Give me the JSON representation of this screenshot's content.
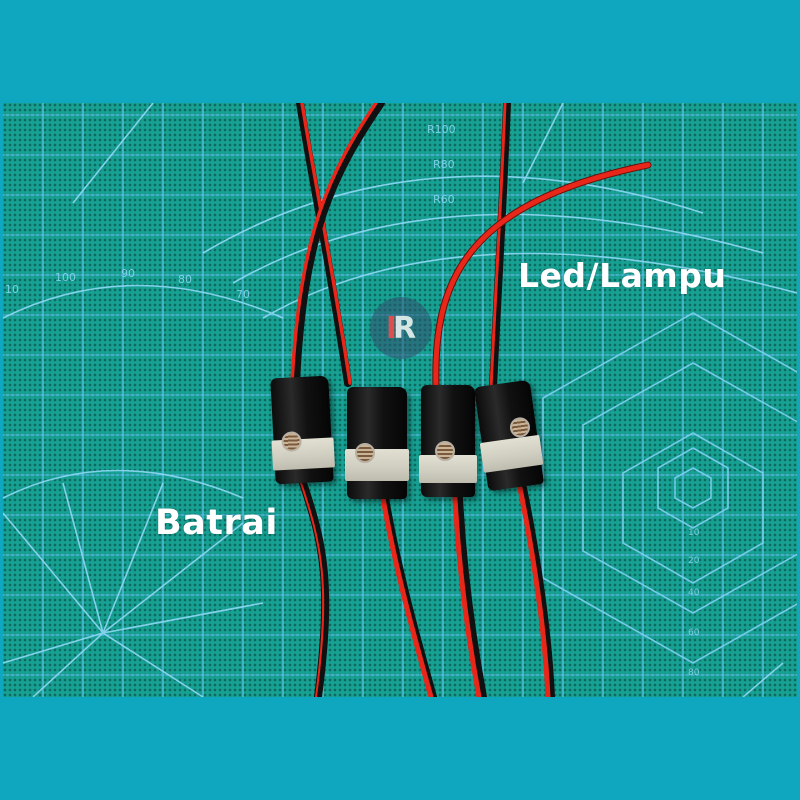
{
  "image": {
    "description": "Four LDR light sensor modules wrapped in black electrical tape with red/black wires on a green cutting mat",
    "frame_color": "#0fa6bf",
    "mat_color": "#17a193",
    "grid_line_color": "#5ec8f0"
  },
  "labels": {
    "led": "Led/Lampu",
    "battery": "Batrai"
  },
  "watermark": {
    "letter_1": "I",
    "letter_2": "R"
  },
  "mat_markings": {
    "protractor_ticks": [
      "10",
      "100",
      "90",
      "80",
      "70"
    ],
    "radius_marks": [
      "R100",
      "R80",
      "R60"
    ],
    "hexagon_marks": [
      "10",
      "20",
      "40",
      "60",
      "80"
    ]
  },
  "modules": [
    {
      "name": "sensor-module-1"
    },
    {
      "name": "sensor-module-2"
    },
    {
      "name": "sensor-module-3"
    },
    {
      "name": "sensor-module-4"
    }
  ],
  "wire_colors": {
    "positive": "#e8261a",
    "negative": "#111111"
  }
}
